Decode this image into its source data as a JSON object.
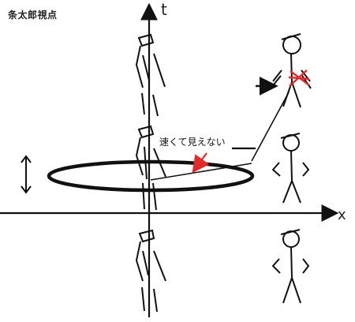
{
  "labels": {
    "title": "条太郎視点",
    "time_axis": "t",
    "space_axis": "x",
    "annotation": "速くて見えない"
  },
  "icons": {
    "vertical_double_arrow": "double-arrow-vertical-icon",
    "ring": "ring-icon",
    "figure": "stick-figure-icon"
  },
  "colors": {
    "ink": "#111111",
    "accent": "#e12b2b",
    "background": "#ffffff"
  }
}
